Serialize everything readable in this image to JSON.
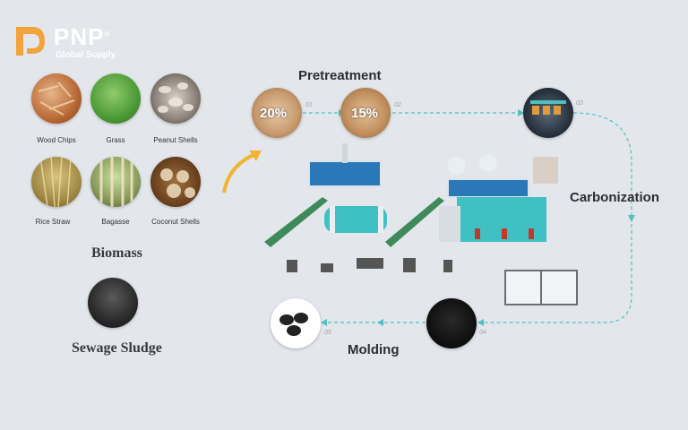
{
  "logo": {
    "name": "PNP",
    "trademark": "®",
    "tagline": "Global Supply",
    "colors": {
      "mark": "#f2a33a",
      "text": "#ffffff"
    }
  },
  "materials": [
    {
      "label": "Wood Chips",
      "icon": "wood-chips-photo"
    },
    {
      "label": "Grass",
      "icon": "grass-photo"
    },
    {
      "label": "Peanut Shells",
      "icon": "peanut-shells-photo"
    },
    {
      "label": "Rice Straw",
      "icon": "rice-straw-photo"
    },
    {
      "label": "Bagasse",
      "icon": "bagasse-photo"
    },
    {
      "label": "Coconut Shells",
      "icon": "coconut-shells-photo"
    }
  ],
  "biomass_label": "Biomass",
  "sludge_label": "Sewage Sludge",
  "steps": {
    "pretreatment": {
      "title": "Pretreatment",
      "moisture_1": "20%",
      "num_1": "01",
      "moisture_2": "15%",
      "num_2": "02"
    },
    "carbonization": {
      "title": "Carbonization",
      "num": "03"
    },
    "step4": {
      "num": "04"
    },
    "molding": {
      "title": "Molding",
      "num": "05"
    }
  },
  "colors": {
    "flow_arrow": "#4fc0c0",
    "accent_arrow": "#f2b233",
    "machine_teal": "#3fc1c4"
  }
}
